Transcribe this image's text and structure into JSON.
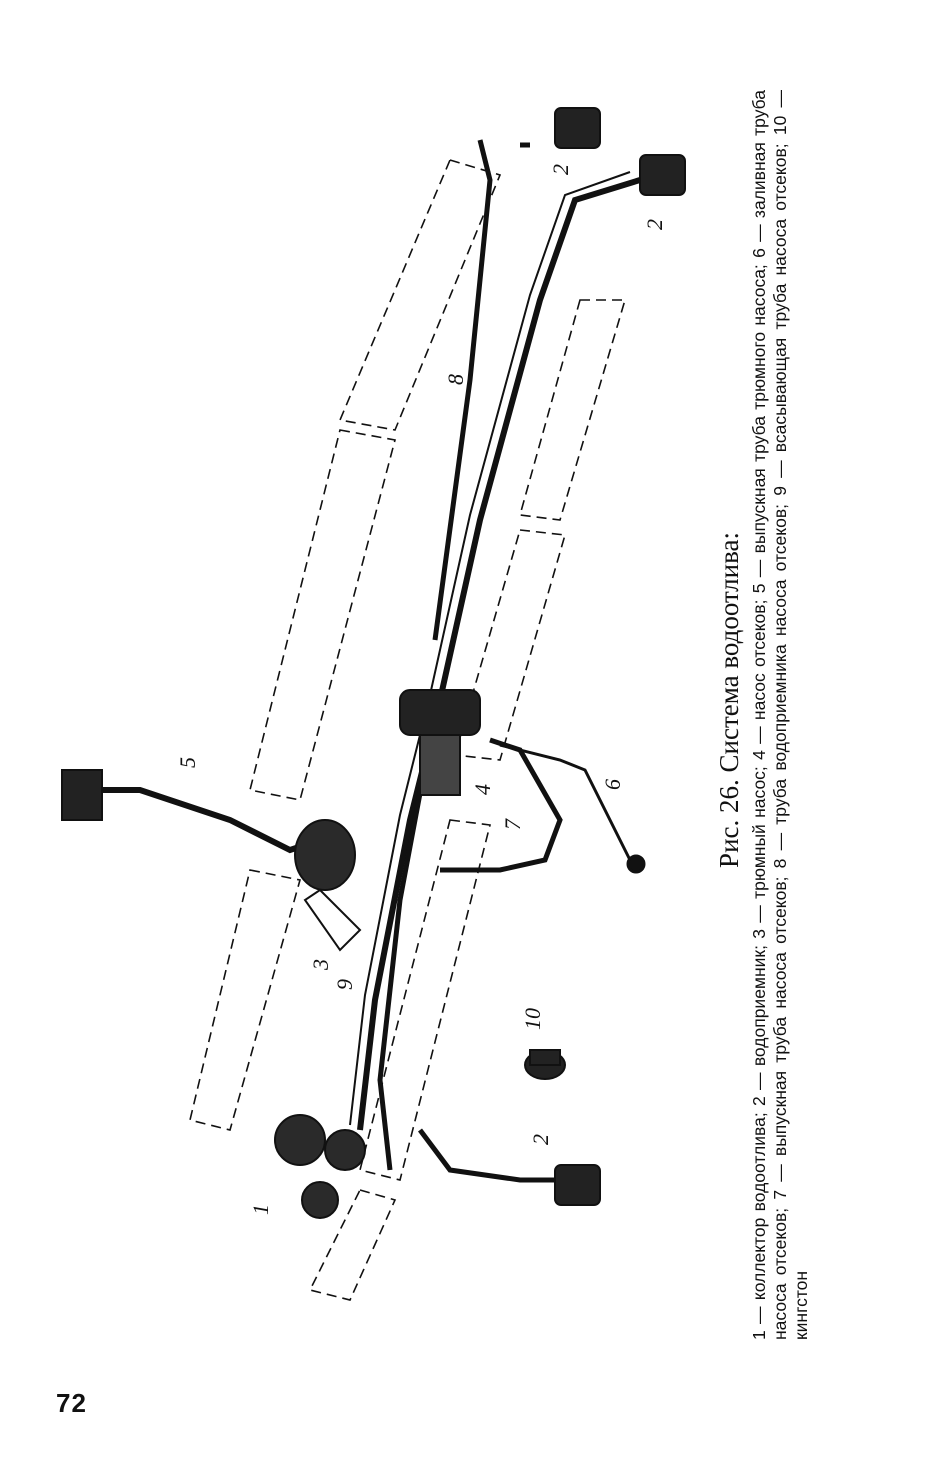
{
  "page": {
    "number": "72"
  },
  "figure": {
    "title": "Рис. 26. Система водоотлива:",
    "legend": "1 — коллектор водоотлива; 2 — водоприемник; 3 — трюмный насос; 4 — насос отсеков; 5 — выпускная труба трюмного насоса; 6 — заливная труба насоса отсеков; 7 — выпускная труба насоса отсеков; 8 — труба водоприемника насоса отсеков; 9 — всасывающая труба насоса отсеков; 10 — кингстон",
    "callouts": {
      "c1": "1",
      "c2a": "2",
      "c2b": "2",
      "c2c": "2",
      "c3": "3",
      "c4": "4",
      "c5": "5",
      "c6": "6",
      "c7": "7",
      "c8": "8",
      "c9": "9",
      "c10": "10"
    }
  }
}
